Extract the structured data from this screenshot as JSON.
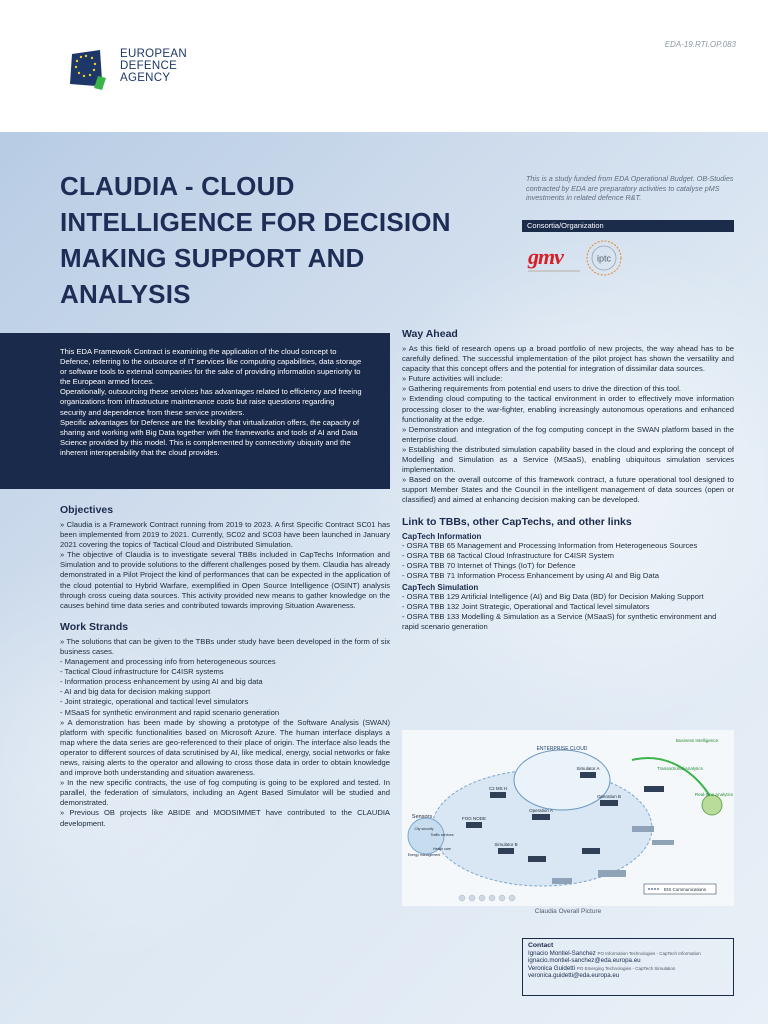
{
  "header": {
    "org_name": "EUROPEAN\nDEFENCE\nAGENCY",
    "reference_code": "EDA-19.RTI.OP.083"
  },
  "title": "CLAUDIA - CLOUD INTELLIGENCE FOR DECISION MAKING SUPPORT AND ANALYSIS",
  "funding_note": "This is a study funded from EDA Operational Budget. OB-Studies contracted by EDA are preparatory activities to catalyse pMS investments in related defence R&T.",
  "consortia": {
    "label": "Consortia/Organization",
    "partners": [
      "gmv",
      "iptc"
    ]
  },
  "intro": [
    "This EDA Framework Contract is examining the application of the cloud concept to Defence, referring to the outsource of IT services like computing capabilities, data storage or software tools to external companies for the sake of providing information superiority to the European armed forces.",
    "Operationally, outsourcing these services has advantages related to efficiency and freeing organizations from infrastructure maintenance costs but raise questions regarding security and dependence from these service providers.",
    "Specific advantages for Defence are the flexibility that virtualization offers, the capacity of sharing and working with Big Data together with the frameworks and tools of AI and Data Science provided by this model. This is complemented by connectivity ubiquity and the inherent interoperability that the cloud provides."
  ],
  "objectives": {
    "heading": "Objectives",
    "paragraphs": [
      "» Claudia is a Framework Contract running from 2019 to 2023. A first Specific Contract SC01 has been implemented from 2019 to 2021. Currently, SC02 and SC03 have been launched in January 2021 covering the topics of Tactical Cloud and Distributed Simulation.",
      "» The objective of Claudia is to investigate several TBBs included in CapTechs Information and Simulation and to provide solutions to the different challenges posed by them. Claudia has already demonstrated in a Pilot Project the kind of performances that can be expected in the application of the cloud potential to Hybrid Warfare, exemplified in Open Source Intelligence (OSINT) analysis through cross cueing data sources. This activity provided new means to gather knowledge on the causes behind time data series and contributed towards improving Situation Awareness."
    ]
  },
  "work_strands": {
    "heading": "Work Strands",
    "intro": "» The solutions that can be given to the TBBs under study have been developed in the form of six business cases.",
    "items": [
      "- Management and processing info from heterogeneous sources",
      "- Tactical Cloud infrastructure for C4ISR systems",
      "- Information process enhancement by using AI and big data",
      "- AI and big data for decision making support",
      "- Joint strategic, operational and tactical level simulators",
      "- MSaaS for synthetic environment and rapid scenario generation"
    ],
    "paragraphs": [
      "» A demonstration has been made by showing a prototype of the Software Analysis (SWAN) platform with specific functionalities based on Microsoft Azure. The human interface displays a map where the data series are geo-referenced to their place of origin. The interface also leads the operator to different sources of data scrutinised by AI, like medical, energy, social networks or fake news, raising alerts to the operator and allowing to cross those data in order to obtain knowledge and improve both understanding and situation awareness.",
      "» In the new specific contracts, the use of fog computing is going to be explored and tested. In parallel, the federation of simulators, including an Agent Based Simulator will be studied and demonstrated.",
      "» Previous OB projects like ABIDE and MODSIMMET have contributed to the CLAUDIA development."
    ]
  },
  "way_ahead": {
    "heading": "Way Ahead",
    "paragraphs": [
      "» As this field of research opens up a broad portfolio of new projects, the way ahead has to be carefully defined. The successful implementation of the pilot project has shown the versatility and capacity that this concept offers and the potential for integration of dissimilar data sources.",
      "» Future activities will include:",
      "» Gathering requirements from potential end users to drive the direction of this tool.",
      "» Extending cloud computing to the tactical environment in order to effectively move information processing closer to the war-fighter, enabling increasingly autonomous operations and enhanced functionality at the edge.",
      "» Demonstration and integration of the fog computing concept in the SWAN platform based in the enterprise cloud.",
      "» Establishing the distributed simulation capability based in the cloud and exploring the concept of Modelling and Simulation as a Service (MSaaS), enabling ubiquitous simulation services implementation.",
      "» Based on the overall outcome of this framework contract, a future operational tool designed to support Member States and the Council in the intelligent management of data sources (open or classified) and aimed at enhancing decision making can be developed."
    ]
  },
  "links": {
    "heading": "Link to TBBs, other CapTechs, and other links",
    "groups": [
      {
        "name": "CapTech Information",
        "items": [
          "- OSRA TBB 65 Management and Processing Information from Heterogeneous Sources",
          "- OSRA TBB 68 Tactical Cloud Infrastructure for C4ISR System",
          "- OSRA TBB 70 Internet of Things (IoT) for Defence",
          "- OSRA TBB 71 Information Process Enhancement by using AI and Big Data"
        ]
      },
      {
        "name": "CapTech Simulation",
        "items": [
          "- OSRA TBB 129 Artificial Intelligence (AI) and Big Data (BD) for Decision Making Support",
          "- OSRA TBB 132 Joint Strategic, Operational and Tactical level simulators",
          "- OSRA TBB 133 Modelling & Simulation as a Service (MSaaS) for synthetic environment and rapid scenario generation"
        ]
      }
    ]
  },
  "diagram": {
    "caption": "Claudia Overall Picture",
    "labels": {
      "enterprise_cloud": "ENTERPRISE\nCLOUD",
      "business_intelligence": "Business\nIntelligence",
      "transactional_analytics": "Transactional\nAnalytics",
      "real_time_analytics": "Real-time\nAnalytics",
      "sensors": "Sensors",
      "fog_node": "FOG NODE",
      "operation_a": "Operation A",
      "operation_b": "Operation B",
      "simulator_a": "Simulator A",
      "simulator_b": "Simulator B",
      "c2_ms_h": "C2 MS H",
      "eis_communications": "EIS Communications",
      "health_care": "Health care",
      "city_security": "City security",
      "traffic_services": "Traffic services",
      "energy_management": "Energy management"
    }
  },
  "contact": {
    "title": "Contact",
    "people": [
      {
        "name": "Ignacio Montiel-Sanchez",
        "role": "PO Information Technologies - CapTech Information",
        "email": "ignacio.montiel-sanchez@eda.europa.eu"
      },
      {
        "name": "Veronica Guidetti",
        "role": "PO Emerging Technologies - CapTech Simulation",
        "email": "veronica.guidetti@eda.europa.eu"
      }
    ]
  },
  "colors": {
    "navy": "#1a2a4b",
    "title_blue": "#1e2d56",
    "gmv_red": "#d61f26",
    "eu_blue": "#1d3769",
    "eu_yellow": "#f5d023",
    "eda_green": "#3cb44a"
  }
}
